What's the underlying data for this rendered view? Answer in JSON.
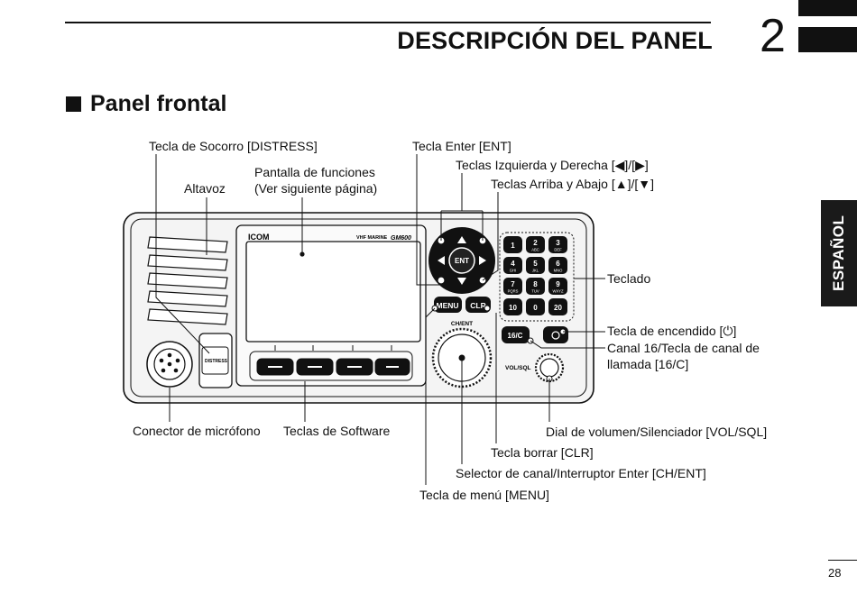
{
  "header": {
    "title": "DESCRIPCIÓN DEL PANEL",
    "chapter": "2"
  },
  "section": {
    "title": "Panel frontal"
  },
  "side_tab": {
    "label": "ESPAÑOL"
  },
  "footer": {
    "page_number": "28"
  },
  "callouts": {
    "distress": "Tecla de Socorro [DISTRESS]",
    "speaker": "Altavoz",
    "display_1": "Pantalla de funciones",
    "display_2": "(Ver siguiente página)",
    "enter": "Tecla Enter [ENT]",
    "left_right": "Teclas Izquierda y Derecha [◀]/[▶]",
    "up_down": "Teclas Arriba y Abajo [▲]/[▼]",
    "keypad": "Teclado",
    "power": "Tecla de encendido [⏻]",
    "ch16_1": "Canal 16/Tecla de canal de",
    "ch16_2": "llamada [16/C]",
    "mic": "Conector de micrófono",
    "soft_keys": "Teclas de Software",
    "vol_sql": "Dial de volumen/Silenciador [VOL/SQL]",
    "clr": "Tecla borrar [CLR]",
    "ch_ent": "Selector de canal/Interruptor Enter [CH/ENT]",
    "menu": "Tecla de menú [MENU]"
  },
  "device": {
    "brand": "ICOM",
    "model_prefix": "VHF MARINE",
    "model": "GM600",
    "distress_label": "DISTRESS",
    "ent_label": "ENT",
    "menu_label": "MENU",
    "clr_label": "CLR",
    "ch_ent_label": "CH/ENT",
    "vol_sql_label": "VOL/SQL",
    "ch16_label": "16/C",
    "keys": [
      {
        "n": "1",
        "s": ""
      },
      {
        "n": "2",
        "s": "ABC"
      },
      {
        "n": "3",
        "s": "DEF"
      },
      {
        "n": "4",
        "s": "GHI"
      },
      {
        "n": "5",
        "s": "JKL"
      },
      {
        "n": "6",
        "s": "MNO"
      },
      {
        "n": "7",
        "s": "PQRS"
      },
      {
        "n": "8",
        "s": "TUV"
      },
      {
        "n": "9",
        "s": "WXYZ"
      },
      {
        "n": "10",
        "s": ""
      },
      {
        "n": "0",
        "s": ""
      },
      {
        "n": "20",
        "s": ""
      }
    ]
  }
}
